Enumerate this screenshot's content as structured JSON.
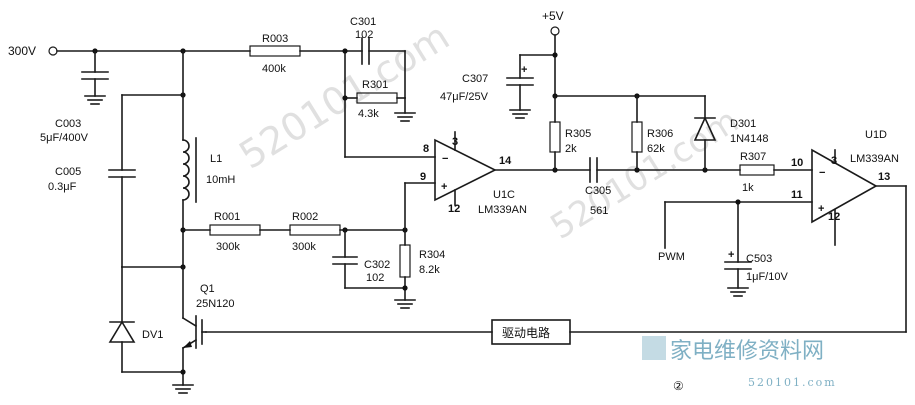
{
  "labels": {
    "input_300v": "300V",
    "supply_5v": "+5V",
    "pwm": "PWM",
    "drive_block": "驱动电路",
    "page_number": "②"
  },
  "components": {
    "c003": {
      "name": "C003",
      "value": "5μF/400V"
    },
    "c005": {
      "name": "C005",
      "value": "0.3μF"
    },
    "l1": {
      "name": "L1",
      "value": "10mH"
    },
    "r003": {
      "name": "R003",
      "value": "400k"
    },
    "c301": {
      "name": "C301",
      "value": "102"
    },
    "r301": {
      "name": "R301",
      "value": "4.3k"
    },
    "r001": {
      "name": "R001",
      "value": "300k"
    },
    "r002": {
      "name": "R002",
      "value": "300k"
    },
    "c302": {
      "name": "C302",
      "value": "102"
    },
    "r304": {
      "name": "R304",
      "value": "8.2k"
    },
    "q1": {
      "name": "Q1",
      "value": "25N120"
    },
    "dv1": {
      "name": "DV1"
    },
    "u1c": {
      "name": "U1C",
      "value": "LM339AN"
    },
    "c307": {
      "name": "C307",
      "value": "47μF/25V"
    },
    "r305": {
      "name": "R305",
      "value": "2k"
    },
    "r306": {
      "name": "R306",
      "value": "62k"
    },
    "d301": {
      "name": "D301",
      "value": "1N4148"
    },
    "c305": {
      "name": "C305",
      "value": "561"
    },
    "r307": {
      "name": "R307",
      "value": "1k"
    },
    "u1d": {
      "name": "U1D",
      "value": "LM339AN"
    },
    "c503": {
      "name": "C503",
      "value": "1μF/10V"
    }
  },
  "pins": {
    "u1c_inv": "8",
    "u1c_noninv": "9",
    "u1c_vcc": "3",
    "u1c_gnd": "12",
    "u1c_out": "14",
    "u1d_inv": "10",
    "u1d_noninv": "11",
    "u1d_vcc": "3",
    "u1d_gnd": "12",
    "u1d_out": "13"
  },
  "watermark": {
    "logo_text": "家电维修资料网",
    "site": "520101.com"
  }
}
